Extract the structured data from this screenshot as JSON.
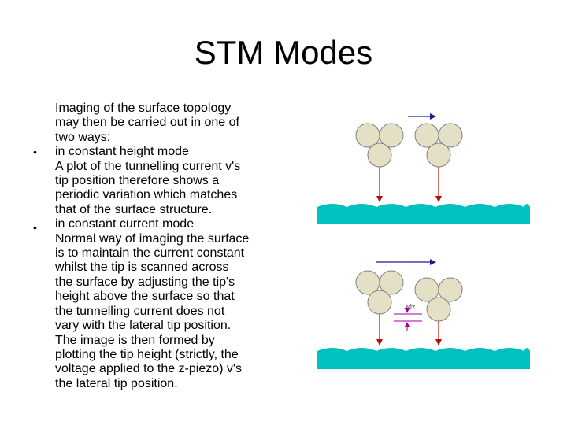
{
  "slide": {
    "title": "STM Modes",
    "bullet_char": "•",
    "lines": [
      "Imaging of the surface topology",
      "may then be carried out in one of",
      "two ways:",
      "in constant height mode",
      "A plot of the tunnelling current v's",
      "tip position therefore shows a",
      "periodic variation which matches",
      "that of the surface structure.",
      "in constant current mode",
      "Normal way of imaging the surface",
      "is to maintain the current constant",
      "whilst the tip is scanned across",
      "the surface by adjusting the tip's",
      "height above the surface so that",
      "the tunnelling current does not",
      "vary with the lateral tip position.",
      "The image is then formed by",
      "plotting the tip height (strictly, the",
      "voltage applied to the z-piezo) v's",
      "the lateral tip position."
    ]
  },
  "diagram": {
    "dz_label": "dz",
    "colors": {
      "atom_fill": "#e3e0c6",
      "atom_stroke": "#7f7f7f",
      "surface": "#00c0c0",
      "scan_arrow": "#1c1c9c",
      "current_arrow": "#b01010",
      "dz_marker": "#a000a0"
    }
  }
}
